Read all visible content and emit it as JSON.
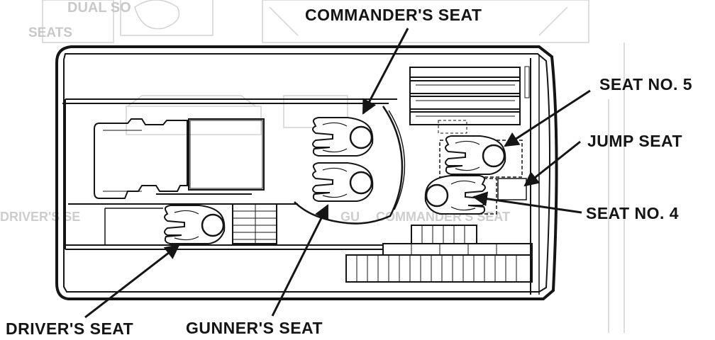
{
  "labels": {
    "commander_seat": "COMMANDER'S SEAT",
    "seat_no_5": "SEAT NO. 5",
    "jump_seat": "JUMP SEAT",
    "seat_no_4": "SEAT NO. 4",
    "drivers_seat": "DRIVER'S SEAT",
    "gunners_seat": "GUNNER'S SEAT"
  },
  "bleed_through": {
    "dual_seats": "DUAL SO",
    "seats": "SEATS",
    "left_strip": "DRIVER'S SE",
    "mid_strip": "GU",
    "right_strip": "COMMANDER'S SEAT"
  },
  "colors": {
    "ink": "#151515",
    "paper": "#ffffff",
    "ghost": "#c8c8c8"
  }
}
